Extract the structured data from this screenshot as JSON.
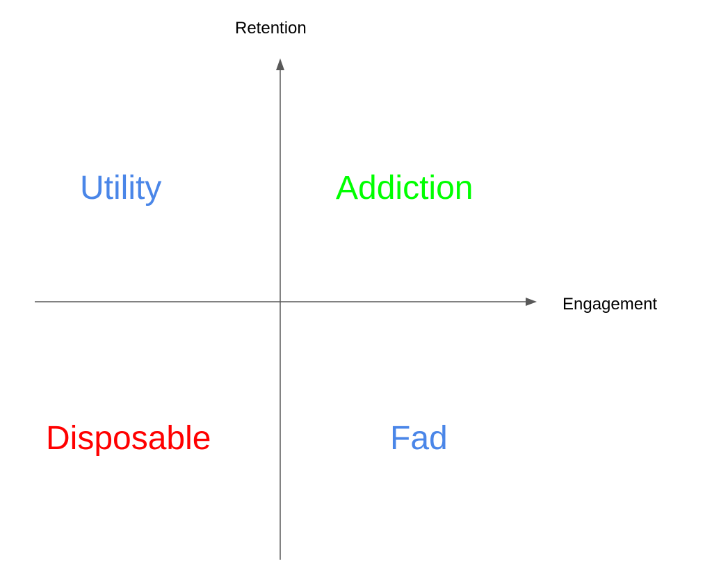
{
  "axes": {
    "x_label": "Engagement",
    "y_label": "Retention",
    "line_color": "#595959"
  },
  "quadrants": {
    "top_left": {
      "label": "Utility",
      "color": "#4a86e8"
    },
    "top_right": {
      "label": "Addiction",
      "color": "#00ff00"
    },
    "bottom_left": {
      "label": "Disposable",
      "color": "#ff0000"
    },
    "bottom_right": {
      "label": "Fad",
      "color": "#4a86e8"
    }
  }
}
